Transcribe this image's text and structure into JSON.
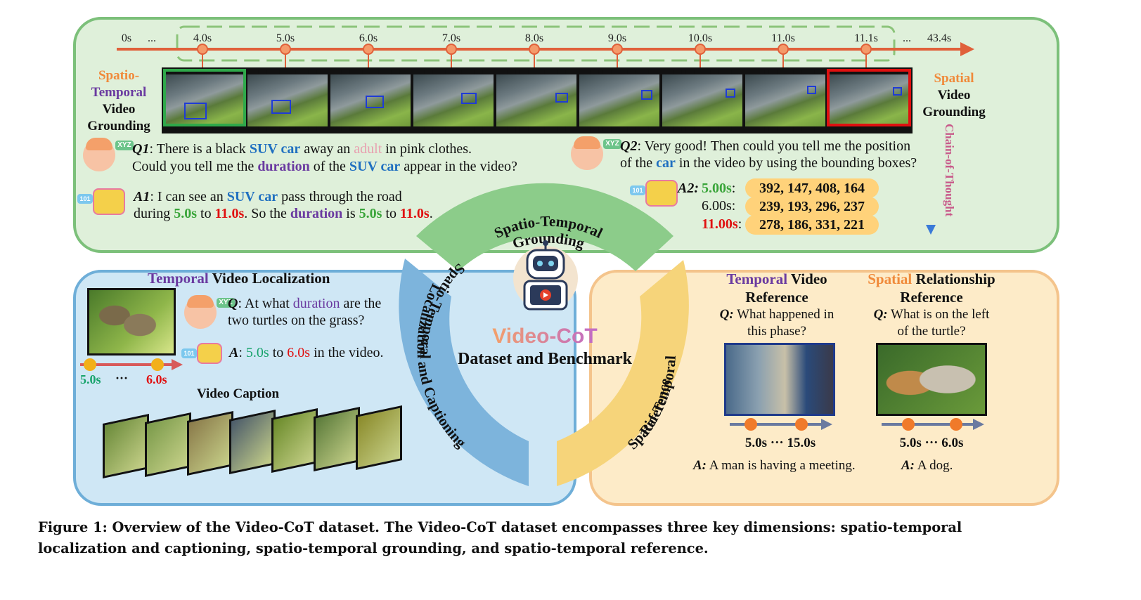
{
  "timeline": {
    "ticks": [
      "0s",
      "...",
      "4.0s",
      "5.0s",
      "6.0s",
      "7.0s",
      "8.0s",
      "9.0s",
      "10.0s",
      "11.0s",
      "11.1s",
      "...",
      "43.4s"
    ]
  },
  "grounding": {
    "left_label": [
      "Spatio-",
      "Temporal",
      "Video",
      "Grounding"
    ],
    "right_label": [
      "Spatial",
      "Video",
      "Grounding"
    ],
    "chain_label": "Chain-of-Thought",
    "q1": {
      "tag": "Q1",
      "line1_parts": [
        ": There is a black ",
        "SUV car",
        " away an ",
        "adult",
        " in pink clothes."
      ],
      "line2_parts": [
        "Could you tell me the ",
        "duration",
        " of the ",
        "SUV car",
        " appear in the video?"
      ]
    },
    "a1": {
      "tag": "A1",
      "line1_parts": [
        ": I can see an ",
        "SUV car",
        " pass through the road"
      ],
      "line2_parts": [
        "during ",
        "5.0s",
        " to ",
        "11.0s",
        ". So the ",
        "duration",
        " is ",
        "5.0s",
        " to ",
        "11.0s",
        "."
      ]
    },
    "q2": {
      "tag": "Q2",
      "line1": ": Very good! Then could you tell me the position",
      "line2_parts": [
        "of the ",
        "car",
        " in the video by using the bounding boxes?"
      ]
    },
    "a2": {
      "tag": "A2:",
      "rows": [
        {
          "time": "5.00s",
          "sep": ":",
          "box": "392, 147, 408, 164"
        },
        {
          "time": "6.00s",
          "sep": ":",
          "box": "239, 193, 296, 237"
        },
        {
          "time": "11.00s",
          "sep": ":",
          "box": "278, 186, 331, 221"
        }
      ]
    }
  },
  "hub": {
    "top_arc": [
      "Spatio-Temporal",
      "Grounding"
    ],
    "left_arc": [
      "Spatio-Temporal",
      "Localization and Captioning"
    ],
    "right_arc": [
      "Spatio-Temporal",
      "Reference"
    ],
    "brand": "Video-CoT",
    "subtitle": "Dataset and Benchmark"
  },
  "localization": {
    "title_parts": [
      "Temporal",
      " Video Localization"
    ],
    "q_tag": "Q",
    "q_line1_parts": [
      ": At what ",
      "duration",
      " are the"
    ],
    "q_line2": "two turtles on the grass?",
    "a_tag": "A",
    "a_parts": [
      ": ",
      "5.0s",
      " to ",
      "6.0s",
      " in the video."
    ],
    "t_start": "5.0s",
    "t_dots": "···",
    "t_end": "6.0s",
    "caption_title": "Video Caption"
  },
  "reference": {
    "temporal": {
      "title_parts": [
        "Temporal",
        " Video"
      ],
      "title_line2": "Reference",
      "q_tag": "Q:",
      "q_line1": " What happened in",
      "q_line2": "this phase?",
      "range": "5.0s ··· 15.0s",
      "a_tag": "A:",
      "a_text": "  A man is having a meeting."
    },
    "spatial": {
      "title_parts": [
        "Spatial",
        " Relationship"
      ],
      "title_line2": "Reference",
      "q_tag": "Q:",
      "q_line1": " What is on the left",
      "q_line2": "of the turtle?",
      "range": "5.0s ··· 6.0s",
      "a_tag": "A:",
      "a_text": "  A dog."
    }
  },
  "figure_caption": {
    "line1": "Figure 1: Overview of the Video-CoT dataset. The Video-CoT dataset encompasses three key dimensions: spatio-temporal",
    "line2": "localization and captioning, spatio-temporal grounding, and spatio-temporal reference."
  },
  "colors": {
    "green_panel": "#dff0da",
    "blue_panel": "#cfe7f5",
    "yellow_panel": "#fdebc8",
    "timeline": "#e0603a",
    "highlight_green": "#3aa53a",
    "highlight_red": "#e01010"
  }
}
